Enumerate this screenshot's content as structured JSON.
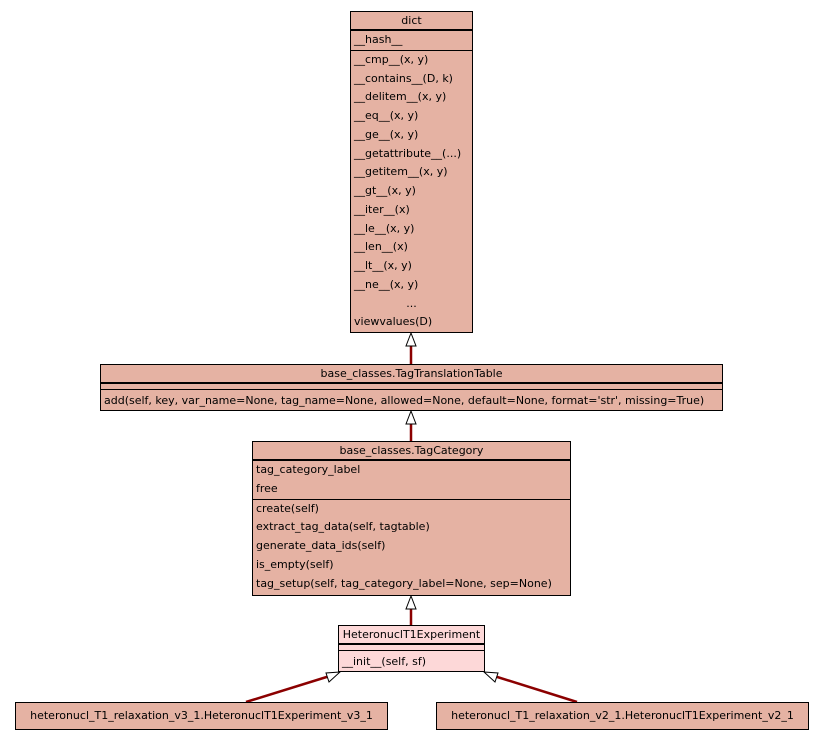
{
  "dict": {
    "title": "dict",
    "attributes": [
      "__hash__"
    ],
    "methods": [
      "__cmp__(x, y)",
      "__contains__(D, k)",
      "__delitem__(x, y)",
      "__eq__(x, y)",
      "__ge__(x, y)",
      "__getattribute__(...)",
      "__getitem__(x, y)",
      "__gt__(x, y)",
      "__iter__(x)",
      "__le__(x, y)",
      "__len__(x)",
      "__lt__(x, y)",
      "__ne__(x, y)"
    ],
    "ellipsis": "...",
    "last_method": "viewvalues(D)"
  },
  "tag_translation_table": {
    "title": "base_classes.TagTranslationTable",
    "methods": [
      "add(self, key, var_name=None, tag_name=None, allowed=None, default=None, format='str', missing=True)"
    ]
  },
  "tag_category": {
    "title": "base_classes.TagCategory",
    "attributes": [
      "tag_category_label",
      "free"
    ],
    "methods": [
      "create(self)",
      "extract_tag_data(self, tagtable)",
      "generate_data_ids(self)",
      "is_empty(self)",
      "tag_setup(self, tag_category_label=None, sep=None)"
    ]
  },
  "heteronucl": {
    "title": "HeteronuclT1Experiment",
    "methods": [
      "__init__(self, sf)"
    ]
  },
  "subclass_v3": {
    "title": "heteronucl_T1_relaxation_v3_1.HeteronuclT1Experiment_v3_1"
  },
  "subclass_v2": {
    "title": "heteronucl_T1_relaxation_v2_1.HeteronuclT1Experiment_v2_1"
  },
  "colors": {
    "class_fill": "#e5b2a3",
    "focus_fill": "#fdd8d8",
    "edge": "#8b0000"
  }
}
